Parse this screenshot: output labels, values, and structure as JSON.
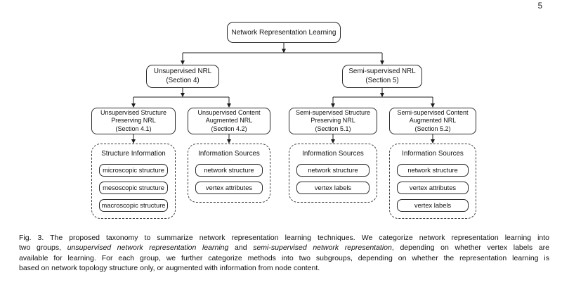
{
  "page": {
    "number": "5"
  },
  "colors": {
    "ink": "#111111",
    "background": "#ffffff"
  },
  "diagram": {
    "root": {
      "label": "Network Representation Learning"
    },
    "branches": [
      {
        "label": "Unsupervised NRL",
        "section": "(Section 4)"
      },
      {
        "label": "Semi-supervised NRL",
        "section": "(Section 5)"
      }
    ],
    "leaves": [
      {
        "label": "Unsupervised Structure Preserving NRL",
        "section": "(Section 4.1)"
      },
      {
        "label": "Unsupervised Content Augmented NRL",
        "section": "(Section 4.2)"
      },
      {
        "label": "Semi-supervised Structure Preserving NRL",
        "section": "(Section 5.1)"
      },
      {
        "label": "Semi-supervised Content Augmented NRL",
        "section": "(Section 5.2)"
      }
    ],
    "groups": [
      {
        "title": "Structure Information",
        "items": [
          "microscopic structure",
          "mesoscopic structure",
          "macroscopic structure"
        ]
      },
      {
        "title": "Information Sources",
        "items": [
          "network structure",
          "vertex attributes"
        ]
      },
      {
        "title": "Information Sources",
        "items": [
          "network structure",
          "vertex labels"
        ]
      },
      {
        "title": "Information Sources",
        "items": [
          "network structure",
          "vertex attributes",
          "vertex labels"
        ]
      }
    ]
  },
  "caption": {
    "lines": [
      {
        "segments": [
          "Fig. 3. The proposed taxonomy to summarize network representation learning techniques. We categorize network representation learning into"
        ]
      },
      {
        "segments": [
          "two groups, ",
          "unsupervised network representation learning",
          " and ",
          "semi-supervised network representation",
          ", depending on whether vertex labels are"
        ]
      },
      {
        "segments": [
          "available for learning. For each group, we further categorize methods into two subgroups, depending on whether the representation learning is"
        ]
      },
      {
        "segments": [
          "based on network topology structure only, or augmented with information from node content."
        ]
      }
    ]
  }
}
